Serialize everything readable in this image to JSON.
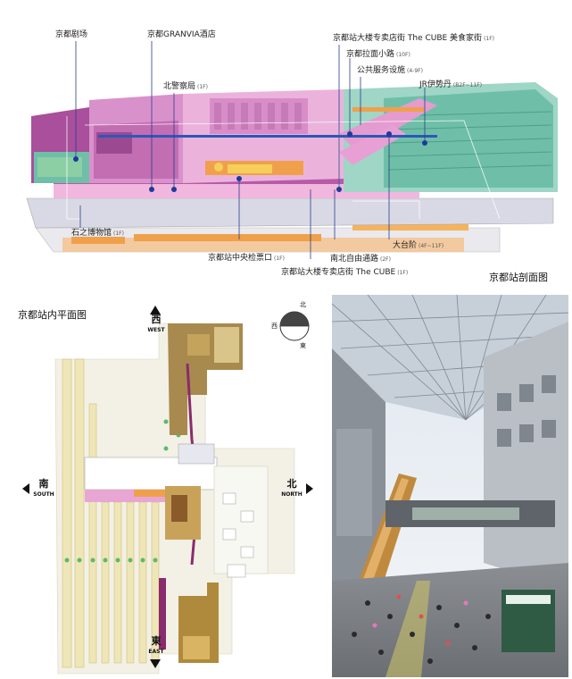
{
  "section": {
    "caption": "京都站剖面图",
    "labels": {
      "theater": "京都剧场",
      "hotel": "京都GRANVIA酒店",
      "police": "北警察局",
      "police_floor": "(1F)",
      "thecube_food": "京都站大楼专卖店街 The CUBE 美食家街",
      "thecube_food_floor": "(1F)",
      "ramen": "京都拉面小路",
      "ramen_floor": "(10F)",
      "public": "公共服务设施",
      "public_floor": "(4-9F)",
      "isetan": "JR伊势丹",
      "isetan_floor": "(B2F~11F)",
      "museum": "石之博物馆",
      "museum_floor": "(1F)",
      "gate": "京都站中央检票口",
      "gate_floor": "(1F)",
      "thecube": "京都站大楼专卖店街 The CUBE",
      "thecube_floor": "(1F)",
      "passage": "南北自由通路",
      "passage_floor": "(2F)",
      "stairs": "大台阶",
      "stairs_floor": "(4F~11F)"
    }
  },
  "plan": {
    "title": "京都站内平面图",
    "west_cn": "西",
    "west_en": "WEST",
    "east_cn": "東",
    "east_en": "EAST",
    "south_cn": "南",
    "south_en": "SOUTH",
    "north_cn": "北",
    "north_en": "NORTH",
    "compass_n": "北",
    "compass_w": "西",
    "compass_e": "東"
  },
  "colors": {
    "pink": "#e9a6d6",
    "magenta": "#c964b8",
    "teal": "#6fbfa8",
    "green": "#8fcf9e",
    "orange": "#f0a04a",
    "brown": "#8a5a2b",
    "blue": "#2b58b8"
  }
}
